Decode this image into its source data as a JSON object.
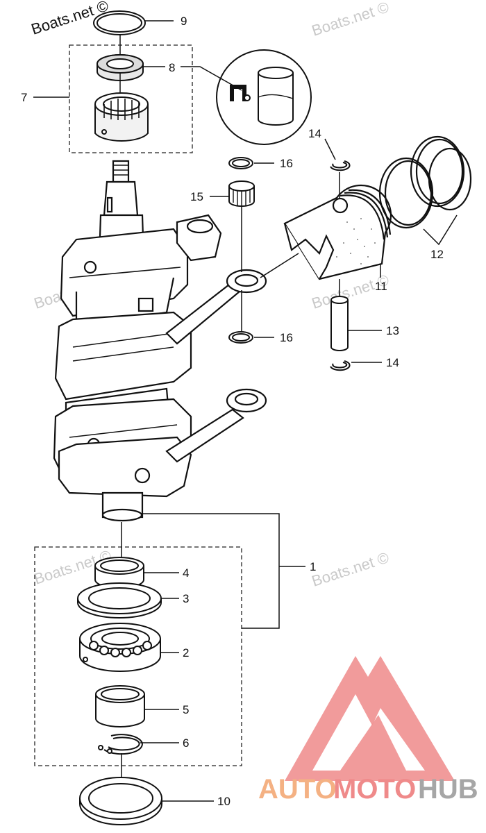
{
  "watermark": {
    "main": "Boats.net ©",
    "repeat": "Boats.net ©"
  },
  "callouts": {
    "c1": "1",
    "c2": "2",
    "c3": "3",
    "c4": "4",
    "c5": "5",
    "c6": "6",
    "c7": "7",
    "c8": "8",
    "c9": "9",
    "c10": "10",
    "c11": "11",
    "c12": "12",
    "c13": "13",
    "c14_top": "14",
    "c14_bottom": "14",
    "c15": "15",
    "c16_top": "16",
    "c16_bottom": "16"
  },
  "brand": {
    "part1": "AUTO",
    "part2": "MOTO",
    "part3": "HUB",
    "color_orange": "#f4b183",
    "color_red": "#ef8a8a",
    "color_grey": "#a6a6a6"
  }
}
